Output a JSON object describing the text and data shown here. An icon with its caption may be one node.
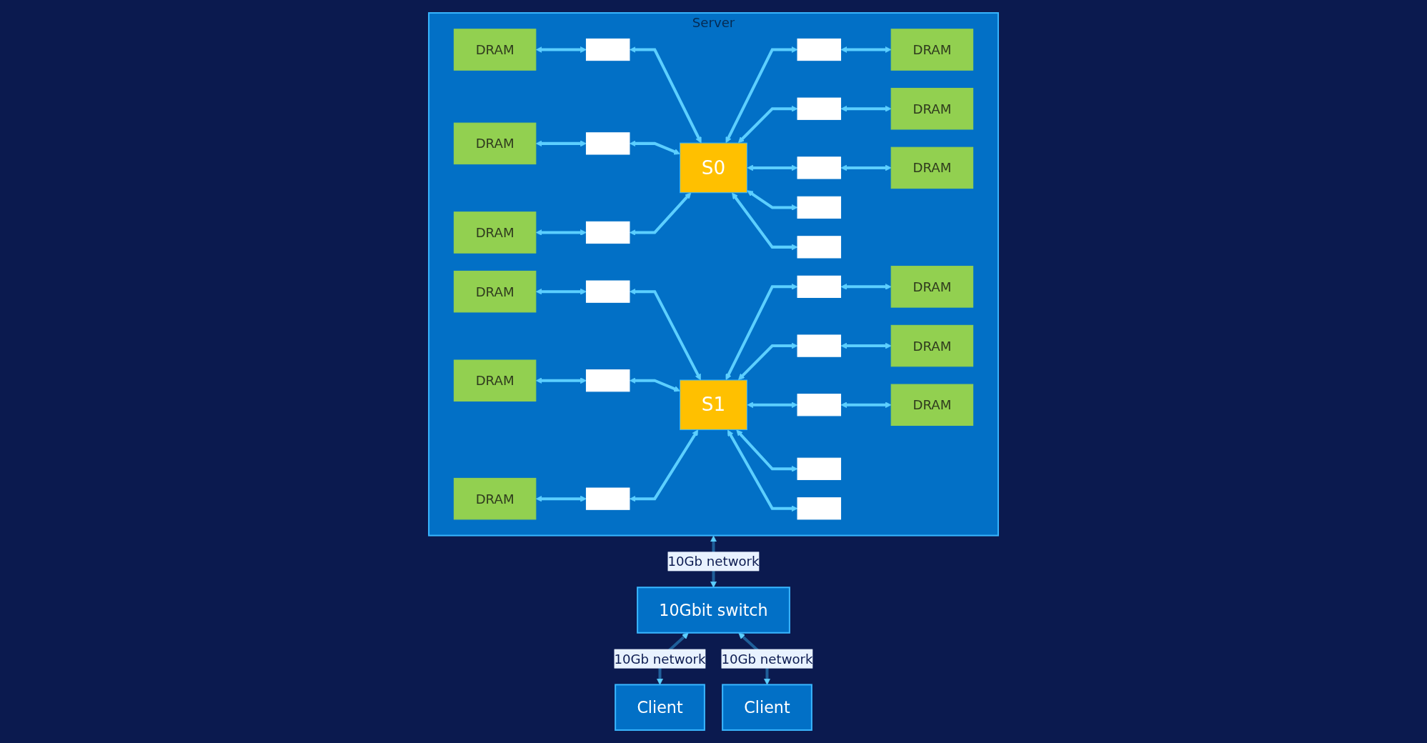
{
  "diagram": {
    "nodes": [
      {
        "text": [
          "Server"
        ]
      },
      {
        "text": [
          "S0"
        ],
        "in": 0
      },
      {
        "text": [
          "DRAM"
        ],
        "in": 0
      },
      {
        "text": [
          "DRAM"
        ],
        "in": 0
      },
      {
        "text": [
          "DRAM"
        ],
        "in": 0
      },
      {
        "text": [],
        "shape": "box",
        "in": 0
      },
      {
        "text": [],
        "shape": "box",
        "in": 0
      },
      {
        "text": [],
        "shape": "box",
        "in": 0
      },
      {
        "text": [],
        "shape": "box",
        "in": 0
      },
      {
        "text": [],
        "shape": "box",
        "in": 0
      },
      {
        "text": [],
        "shape": "box",
        "in": 0
      },
      {
        "text": [
          "DRAM"
        ],
        "in": 0
      },
      {
        "text": [
          "DRAM"
        ],
        "in": 0
      },
      {
        "text": [
          "DRAM"
        ],
        "in": 0
      },
      {
        "text": [],
        "shape": "box",
        "in": 0
      },
      {
        "text": [],
        "shape": "box",
        "in": 0
      },
      {
        "text": [
          "S1"
        ],
        "in": 0
      },
      {
        "text": [
          "DRAM"
        ],
        "in": 0
      },
      {
        "text": [
          "DRAM"
        ],
        "in": 0
      },
      {
        "text": [
          "DRAM"
        ],
        "in": 0
      },
      {
        "text": [],
        "shape": "box",
        "in": 0
      },
      {
        "text": [],
        "shape": "box",
        "in": 0
      },
      {
        "text": [],
        "shape": "box",
        "in": 0
      },
      {
        "text": [],
        "shape": "box",
        "in": 0
      },
      {
        "text": [],
        "shape": "box",
        "in": 0
      },
      {
        "text": [],
        "shape": "box",
        "in": 0
      },
      {
        "text": [
          "DRAM"
        ],
        "in": 0
      },
      {
        "text": [
          "DRAM"
        ],
        "in": 0
      },
      {
        "text": [
          "DRAM"
        ],
        "in": 0
      },
      {
        "text": [],
        "shape": "box",
        "in": 0
      },
      {
        "text": [],
        "shape": "box",
        "in": 0
      },
      {
        "text": [
          "10Gbit switch"
        ]
      },
      {
        "text": [
          "Client"
        ]
      },
      {
        "text": [
          "Client"
        ]
      }
    ],
    "edges": [
      {
        "from": 2,
        "to": 5,
        "arrow": "both"
      },
      {
        "from": 3,
        "to": 6,
        "arrow": "both"
      },
      {
        "from": 4,
        "to": 7,
        "arrow": "both"
      },
      {
        "from": 5,
        "to": 1,
        "arrow": "both"
      },
      {
        "from": 6,
        "to": 1,
        "arrow": "both"
      },
      {
        "from": 7,
        "to": 1,
        "arrow": "both"
      },
      {
        "from": 1,
        "to": 8,
        "arrow": "both"
      },
      {
        "from": 1,
        "to": 9,
        "arrow": "both"
      },
      {
        "from": 1,
        "to": 10,
        "arrow": "both"
      },
      {
        "from": 8,
        "to": 11,
        "arrow": "both"
      },
      {
        "from": 9,
        "to": 12,
        "arrow": "both"
      },
      {
        "from": 10,
        "to": 13,
        "arrow": "both"
      },
      {
        "from": 1,
        "to": 14,
        "arrow": "both"
      },
      {
        "from": 1,
        "to": 15,
        "arrow": "both"
      },
      {
        "from": 17,
        "to": 20,
        "arrow": "both"
      },
      {
        "from": 18,
        "to": 21,
        "arrow": "both"
      },
      {
        "from": 19,
        "to": 22,
        "arrow": "both"
      },
      {
        "from": 20,
        "to": 16,
        "arrow": "both"
      },
      {
        "from": 21,
        "to": 16,
        "arrow": "both"
      },
      {
        "from": 22,
        "to": 16,
        "arrow": "both"
      },
      {
        "from": 16,
        "to": 23,
        "arrow": "both"
      },
      {
        "from": 16,
        "to": 24,
        "arrow": "both"
      },
      {
        "from": 16,
        "to": 25,
        "arrow": "both"
      },
      {
        "from": 23,
        "to": 26,
        "arrow": "both"
      },
      {
        "from": 24,
        "to": 27,
        "arrow": "both"
      },
      {
        "from": 25,
        "to": 28,
        "arrow": "both"
      },
      {
        "from": 16,
        "to": 29,
        "arrow": "both"
      },
      {
        "from": 16,
        "to": 30,
        "arrow": "both"
      },
      {
        "from": 0,
        "to": 31,
        "arrow": "both",
        "label": "10Gb network",
        "color": "#1f5f99"
      },
      {
        "from": 31,
        "to": 32,
        "arrow": "both",
        "label": "10Gb network",
        "color": "#1f5f99"
      },
      {
        "from": 31,
        "to": 33,
        "arrow": "both",
        "label": "10Gb network",
        "color": "#1f5f99"
      }
    ]
  }
}
